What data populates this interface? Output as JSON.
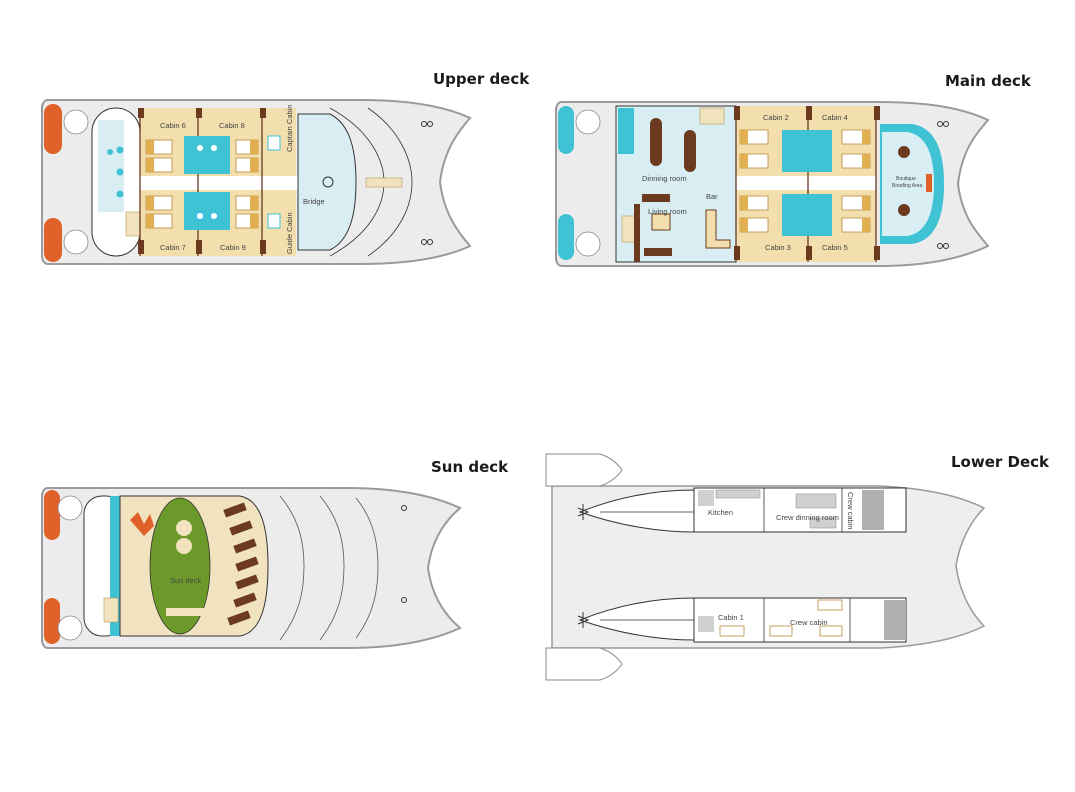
{
  "decks": {
    "upper": {
      "title": "Upper deck",
      "labels": {
        "cabin6": "Cabin 6",
        "cabin8": "Cabin 8",
        "cabin7": "Cabin 7",
        "cabin9": "Cabin 9",
        "captain_cabin": "Captain Cabin",
        "guide_cabin": "Guide Cabin",
        "bridge": "Bridge"
      }
    },
    "main": {
      "title": "Main deck",
      "labels": {
        "cabin2": "Cabin 2",
        "cabin4": "Cabin 4",
        "cabin3": "Cabin 3",
        "cabin5": "Cabin 5",
        "dining_room": "Dinning room",
        "living_room": "Living room",
        "bar": "Bar",
        "boutique_line1": "Boutique",
        "boutique_line2": "Breafing Area"
      }
    },
    "sun": {
      "title": "Sun deck",
      "labels": {
        "sun_deck": "Sun deck"
      }
    },
    "lower": {
      "title": "Lower Deck",
      "labels": {
        "kitchen": "Kitchen",
        "crew_dining_room": "Crew dinning room",
        "crew_cabin_top": "Crew cabin",
        "cabin1": "Cabin 1",
        "crew_cabin_bottom": "Crew cabin"
      }
    }
  },
  "colors": {
    "hull_fill": "#ececec",
    "hull_stroke": "#9a9a9a",
    "cabin_floor": "#f3dfae",
    "water": "#3ec2d4",
    "pool_light": "#d8eef2",
    "lifebuoy": "#e0622a",
    "wood_dark": "#6b3a1f",
    "lawn": "#6c9a2a",
    "sundeck_floor": "#f1e3bf"
  }
}
